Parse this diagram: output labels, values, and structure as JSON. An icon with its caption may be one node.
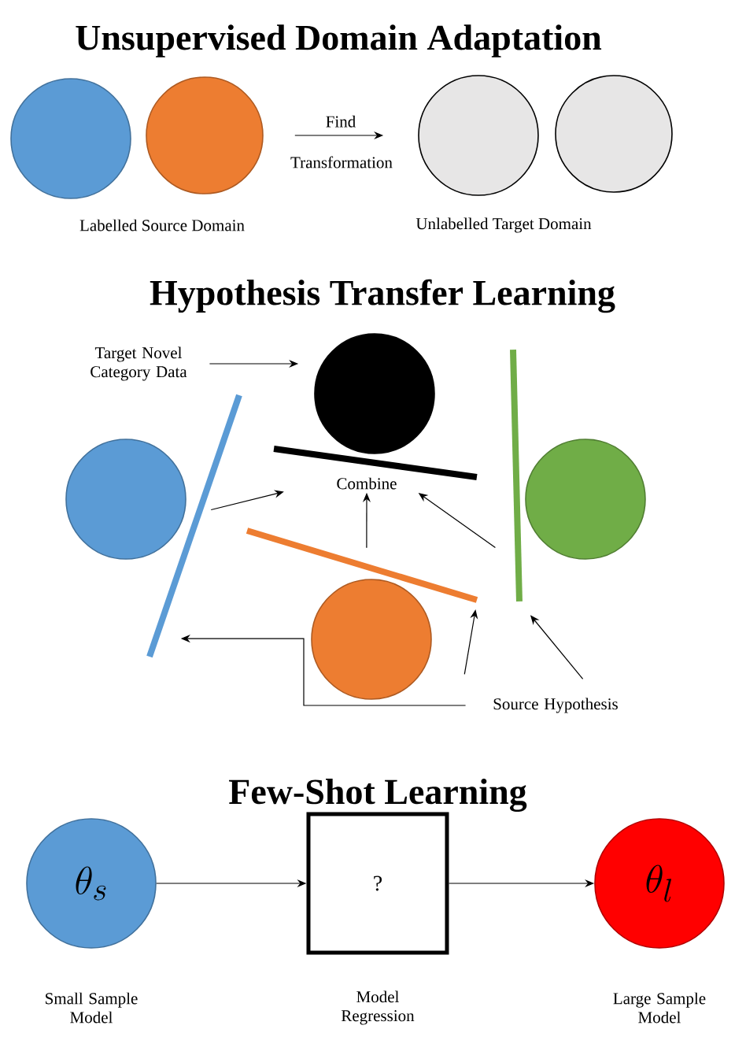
{
  "diagram": {
    "nodes": [
      {
        "text": [],
        "shape": "circle"
      },
      {
        "text": [],
        "shape": "circle"
      },
      {
        "text": [],
        "shape": "circle"
      },
      {
        "text": [],
        "shape": "circle"
      },
      {
        "text": [
          "Target Novel Category Data"
        ]
      },
      {
        "text": [],
        "shape": "circle"
      },
      {
        "text": [],
        "shape": "circle"
      },
      {
        "text": [],
        "shape": "bar"
      },
      {
        "text": [],
        "shape": "bar"
      },
      {
        "text": [
          "Combine"
        ]
      },
      {
        "text": [],
        "shape": "bar"
      },
      {
        "text": [],
        "shape": "circle"
      },
      {
        "text": [],
        "shape": "bar"
      },
      {
        "text": [],
        "shape": "circle"
      },
      {
        "text": [
          "Source Hypothesis"
        ]
      },
      {
        "text": [
          "\\theta_s"
        ],
        "beside": [
          "Small Sample Model"
        ]
      },
      {
        "text": [
          "?"
        ],
        "beside": [
          "Model Regression"
        ]
      },
      {
        "text": [
          "\\theta_l"
        ],
        "beside": [
          "Large Sample Model"
        ]
      }
    ],
    "edges": [
      {
        "from": 1,
        "to": 2,
        "arrow": "to",
        "label": "Find"
      },
      {
        "from": 4,
        "to": 5,
        "arrow": "to"
      },
      {
        "from": 7,
        "to": 9,
        "arrow": "to"
      },
      {
        "from": 12,
        "to": 9,
        "arrow": "to"
      },
      {
        "from": 10,
        "to": 9,
        "arrow": "to"
      },
      {
        "from": 14,
        "to": 12,
        "arrow": "to"
      },
      {
        "from": 14,
        "to": 10,
        "arrow": "to"
      },
      {
        "from": 14,
        "to": 7,
        "arrow": "to"
      },
      {
        "from": 15,
        "to": 16,
        "arrow": "to"
      },
      {
        "from": 16,
        "to": 17,
        "arrow": "to"
      }
    ],
    "labels": [
      "Unsupervised Domain Adaptation",
      "Transformation",
      "Labelled Source Domain",
      "Unlabelled Target Domain",
      "Hypothesis Transfer Learning",
      "Few-Shot Learning"
    ]
  }
}
